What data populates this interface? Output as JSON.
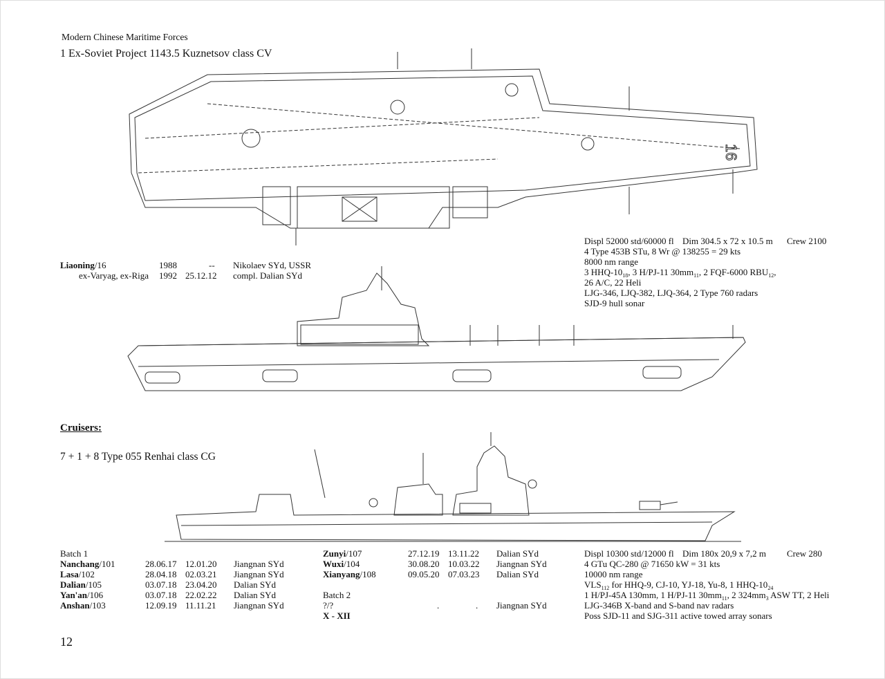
{
  "header": "Modern Chinese Maritime Forces",
  "carrier_title": "1 Ex-Soviet Project 1143.5 Kuznetsov class CV",
  "carrier_ships": [
    {
      "name": "Liaoning",
      "pennant": "/16",
      "laid": "1988",
      "comm": "--",
      "yard": "Nikolaev SYd, USSR"
    },
    {
      "name": "ex-Varyag, ex-Riga",
      "laid": "1992",
      "comm": "25.12.12",
      "yard": "compl. Dalian SYd"
    }
  ],
  "carrier_specs": {
    "displ": "Displ 52000 std/60000 fl",
    "dim": "Dim 304.5 x 72 x 10.5 m",
    "crew": "Crew 2100",
    "machinery": "4 Type 453B STu, 8 Wr @ 138255 = 29 kts",
    "range": "8000 nm range",
    "arm": [
      "3 HHQ-10",
      "18",
      ", 3 H/PJ-11 30mm",
      "11",
      ", 2 FQF-6000 RBU",
      "12",
      ","
    ],
    "air": "26 A/C, 22 Heli",
    "radars": "LJG-346, LJQ-382, LJQ-364, 2 Type 760 radars",
    "sonar": "SJD-9 hull sonar"
  },
  "hull_number": "16",
  "cruisers_heading": "Cruisers:",
  "cruiser_title": "7 + 1 + 8 Type 055 Renhai class CG",
  "batch1_label": "Batch 1",
  "batch1_left": [
    {
      "name": "Nanchang",
      "pennant": "/101",
      "laid": "28.06.17",
      "comm": "12.01.20",
      "yard": "Jiangnan SYd"
    },
    {
      "name": "Lasa",
      "pennant": "/102",
      "laid": "28.04.18",
      "comm": "02.03.21",
      "yard": "Jiangnan SYd"
    },
    {
      "name": "Dalian",
      "pennant": "/105",
      "laid": "03.07.18",
      "comm": "23.04.20",
      "yard": "Dalian SYd"
    },
    {
      "name": "Yan'an",
      "pennant": "/106",
      "laid": "03.07.18",
      "comm": "22.02.22",
      "yard": "Dalian SYd"
    },
    {
      "name": "Anshan",
      "pennant": "/103",
      "laid": "12.09.19",
      "comm": "11.11.21",
      "yard": "Jiangnan SYd"
    }
  ],
  "batch1_right": [
    {
      "name": "Zunyi",
      "pennant": "/107",
      "laid": "27.12.19",
      "comm": "13.11.22",
      "yard": "Dalian SYd"
    },
    {
      "name": "Wuxi",
      "pennant": "/104",
      "laid": "30.08.20",
      "comm": "10.03.22",
      "yard": "Jiangnan SYd"
    },
    {
      "name": "Xianyang",
      "pennant": "/108",
      "laid": "09.05.20",
      "comm": "07.03.23",
      "yard": "Dalian SYd"
    }
  ],
  "batch2_label": "Batch 2",
  "batch2": [
    {
      "name": "?/?",
      "laid": ".",
      "comm": ".",
      "yard": "Jiangnan SYd"
    },
    {
      "name": "X - XII"
    }
  ],
  "cruiser_specs": {
    "displ": "Displ 10300 std/12000 fl",
    "dim": "Dim 180x 20,9 x 7,2 m",
    "crew": "Crew 280",
    "machinery": "4 GTu QC-280 @ 71650 kW = 31 kts",
    "range": "10000 nm range",
    "vls": [
      "VLS",
      "112",
      " for HHQ-9, CJ-10, YJ-18, Yu-8, 1 HHQ-10",
      "24"
    ],
    "guns": [
      "1 H/PJ-45A 130mm, 1 H/PJ-11 30mm",
      "11",
      ", 2 324mm",
      "3",
      " ASW TT, 2 Heli"
    ],
    "radars": "LJG-346B X-band and S-band nav radars",
    "sonars": "Poss SJD-11 and SJG-311 active towed array sonars"
  },
  "page_number": "12"
}
